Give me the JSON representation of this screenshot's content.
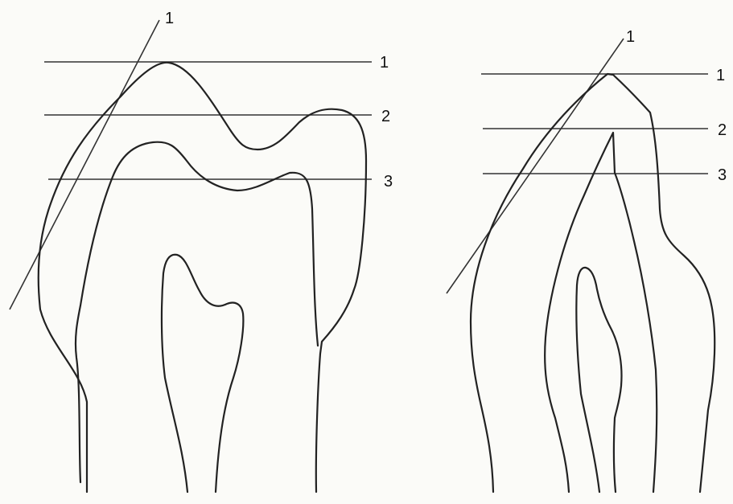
{
  "left_figure": {
    "labels": {
      "incline": "1",
      "line1": "1",
      "line2": "2",
      "line3": "3"
    }
  },
  "right_figure": {
    "labels": {
      "incline": "1",
      "line1": "1",
      "line2": "2",
      "line3": "3"
    }
  }
}
